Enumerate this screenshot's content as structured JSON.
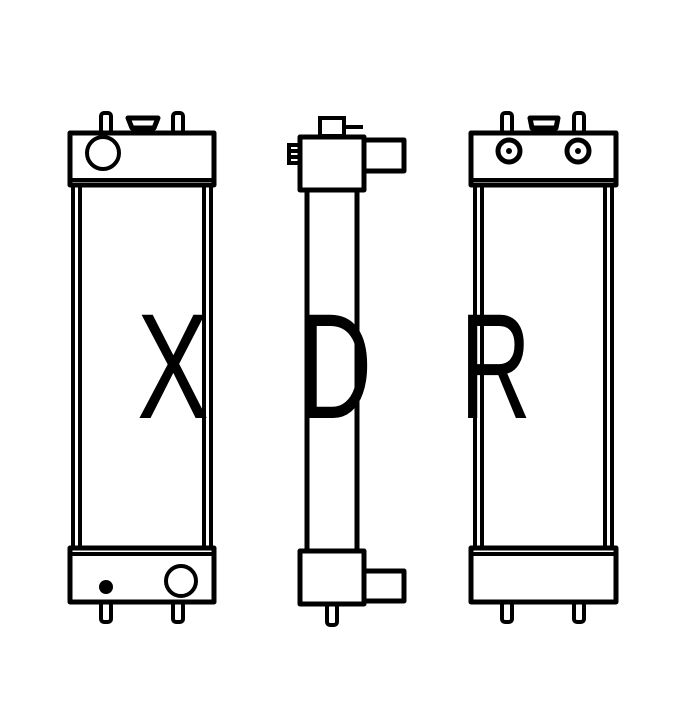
{
  "drawing": {
    "views": [
      "front",
      "side",
      "back"
    ],
    "logo_letters": [
      "X",
      "D",
      "R"
    ],
    "line_color": "#000000",
    "background": "#ffffff"
  }
}
